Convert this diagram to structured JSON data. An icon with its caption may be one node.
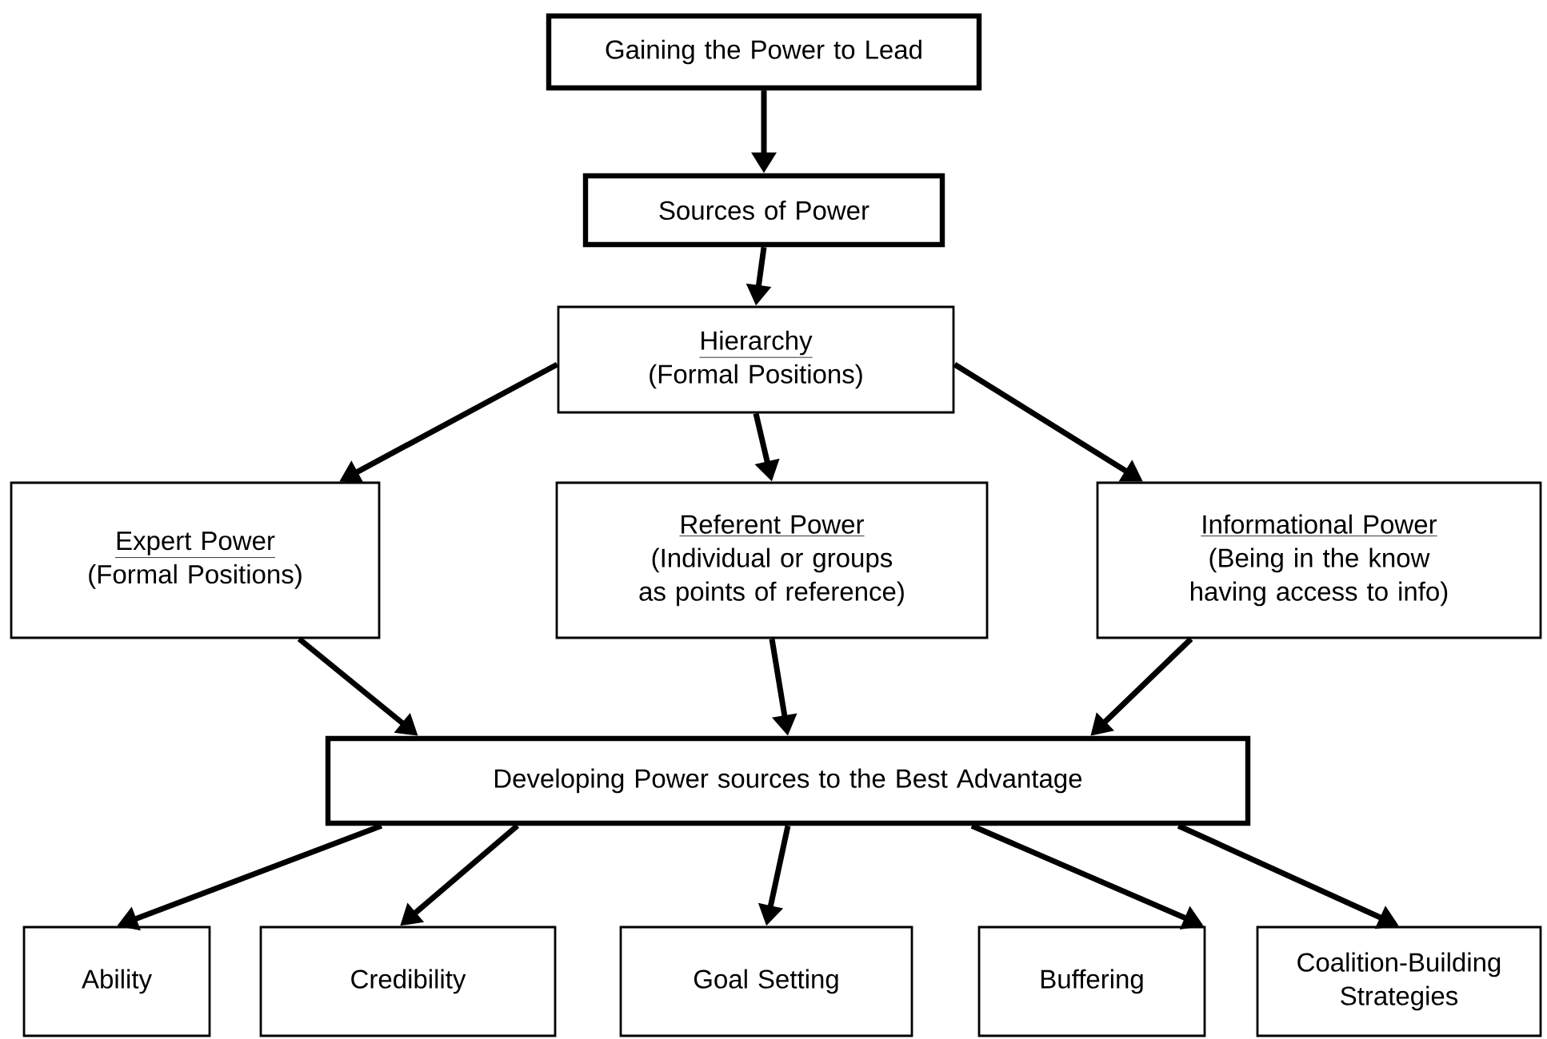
{
  "diagram": {
    "nodes": [
      {
        "text": [
          "Gaining the Power to Lead"
        ]
      },
      {
        "text": [
          "Sources of Power"
        ]
      },
      {
        "text": [
          "Hierarchy",
          "(Formal Positions)"
        ]
      },
      {
        "text": [
          "Expert Power",
          "(Formal Positions)"
        ]
      },
      {
        "text": [
          "Referent Power",
          "(Individual or groups as points of reference)"
        ]
      },
      {
        "text": [
          "Informational Power",
          "(Being in the know having access to info)"
        ]
      },
      {
        "text": [
          "Developing Power sources to the Best Advantage"
        ]
      },
      {
        "text": [
          "Ability"
        ]
      },
      {
        "text": [
          "Credibility"
        ]
      },
      {
        "text": [
          "Goal Setting"
        ]
      },
      {
        "text": [
          "Buffering"
        ]
      },
      {
        "text": [
          "Coalition-Building Strategies"
        ]
      }
    ],
    "edges": [
      {
        "from": 0,
        "to": 1,
        "arrow": "to"
      },
      {
        "from": 1,
        "to": 2,
        "arrow": "to"
      },
      {
        "from": 2,
        "to": 3,
        "arrow": "to"
      },
      {
        "from": 2,
        "to": 4,
        "arrow": "to"
      },
      {
        "from": 2,
        "to": 5,
        "arrow": "to"
      },
      {
        "from": 3,
        "to": 6,
        "arrow": "to"
      },
      {
        "from": 4,
        "to": 6,
        "arrow": "to"
      },
      {
        "from": 5,
        "to": 6,
        "arrow": "to"
      },
      {
        "from": 6,
        "to": 7,
        "arrow": "to"
      },
      {
        "from": 6,
        "to": 8,
        "arrow": "to"
      },
      {
        "from": 6,
        "to": 9,
        "arrow": "to"
      },
      {
        "from": 6,
        "to": 10,
        "arrow": "to"
      },
      {
        "from": 6,
        "to": 11,
        "arrow": "to"
      }
    ]
  }
}
